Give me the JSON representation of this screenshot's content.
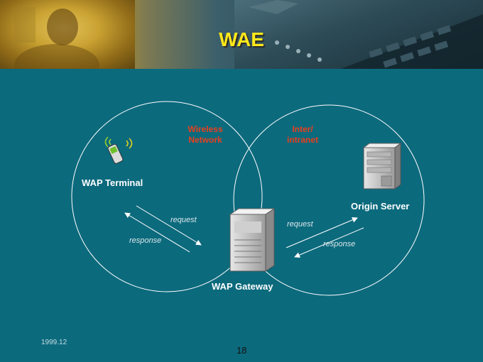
{
  "slide": {
    "title": "WAE",
    "date": "1999.12",
    "page_number": "18"
  },
  "networks": {
    "wireless": [
      "Wireless",
      "Network"
    ],
    "internet": [
      "Inter/",
      "intranet"
    ]
  },
  "devices": {
    "terminal": "WAP Terminal",
    "gateway": "WAP Gateway",
    "server": "Origin Server"
  },
  "arrows": {
    "left_request": "request",
    "left_response": "response",
    "right_request": "request",
    "right_response": "response"
  },
  "colors": {
    "background": "#0c6a7d",
    "title": "#ffe81a",
    "network_label": "#e8401e",
    "device_label": "#ffffff",
    "lines": "#ffffff"
  }
}
